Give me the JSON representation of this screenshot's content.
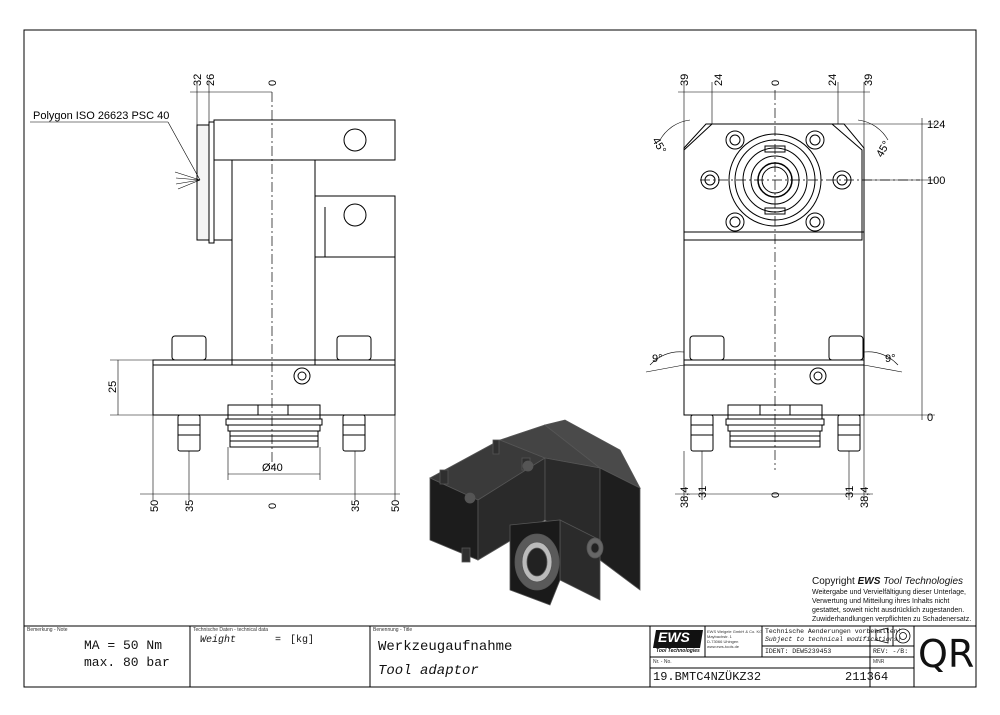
{
  "drawing": {
    "polygon_label": "Polygon ISO 26623 PSC 40",
    "dims_left": {
      "d32": "32",
      "d26": "26",
      "d0_top": "0",
      "d25": "25",
      "dia40": "Ø40",
      "b50a": "50",
      "b35a": "35",
      "b0": "0",
      "b35b": "35",
      "b50b": "50"
    },
    "dims_right": {
      "t39a": "39",
      "t24a": "24",
      "t0": "0",
      "t24b": "24",
      "t39b": "39",
      "r124": "124",
      "r100": "100",
      "r0": "0",
      "a45a": "45°",
      "a45b": "45°",
      "a9a": "9°",
      "a9b": "9°",
      "b38a": "38,4",
      "b31a": "31",
      "b0": "0",
      "b31b": "31",
      "b38b": "38,4"
    }
  },
  "copyright": {
    "line1_prefix": "Copyright",
    "line1_brand": "EWS",
    "line1_suffix": "Tool Technologies",
    "lines": [
      "Weitergabe und Vervielfältigung dieser Unterlage,",
      "Verwertung und Mitteilung ihres Inhalts nicht",
      "gestattet, soweit nicht ausdrücklich zugestanden.",
      "Zuwiderhandlungen verpflichten zu Schadenersatz."
    ]
  },
  "titleblock": {
    "remark_label": "Bemerkung - Note",
    "remark_lines": [
      "MA = 50 Nm",
      "max. 80 bar"
    ],
    "tech_label": "Technische Daten - technical data",
    "weight_label": "Weight",
    "weight_eq": "=",
    "weight_unit": "[kg]",
    "title_label": "Benennung - Title",
    "title_de": "Werkzeugaufnahme",
    "title_en": "Tool adaptor",
    "logo_text": "EWS",
    "logo_sub": "Tool Technologies",
    "company_lines": [
      "EWS Weigele GmbH & Co. KG",
      "Maybachstr. 1",
      "D-73066 Uhingen",
      "www.ews-tools.de"
    ],
    "change_de": "Technische Aenderungen vorbehalten!",
    "change_en": "Subject to technical modifications!",
    "ident": "IDENT: DEW5239453",
    "rev": "REV: -/B:",
    "nr_label": "Nr. - No.",
    "part_no": "19.BMTC4NZÜKZ32",
    "mnr_label": "MNR",
    "mnr": "211364",
    "qr": "QR"
  }
}
